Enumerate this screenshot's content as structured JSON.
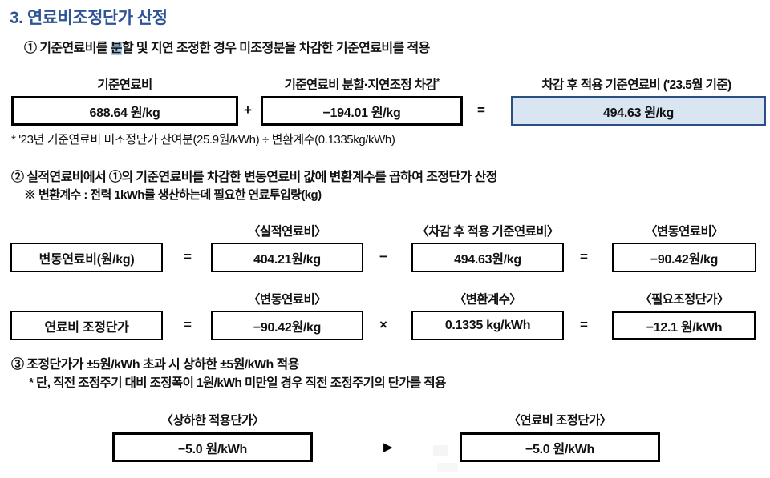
{
  "title": "3. 연료비조정단가 산정",
  "colors": {
    "accent_blue": "#2E5496",
    "result_box_fill": "#D9E5F1",
    "result_box_border": "#2B4F80",
    "text_highlight": "#A9CCE9"
  },
  "step1": {
    "text_before": "① 기준연료비를 ",
    "text_highlight": "분",
    "text_after": "할 및 지연 조정한 경우 미조정분을 차감한 기준연료비를 적용",
    "col1_header": "기준연료비",
    "col1_value": "688.64 원/kg",
    "op_plus": "+",
    "col2_header": "기준연료비 분할·지연조정 차감",
    "col2_header_sup": "*",
    "col2_value": "−194.01 원/kg",
    "op_equals": "=",
    "col3_header": "차감 후 적용 기준연료비 ('23.5월 기준)",
    "col3_value": "494.63 원/kg",
    "footnote": "* '23년 기준연료비 미조정단가 잔여분(25.9원/kWh) ÷ 변환계수(0.1335kg/kWh)"
  },
  "step2": {
    "text": "② 실적연료비에서 ①의 기준연료비를 차감한 변동연료비 값에 변환계수를 곱하여 조정단가 산정",
    "note": "※ 변환계수 : 전력 1kWh를 생산하는데 필요한 연료투입량(kg)",
    "row1": {
      "label": "변동연료비(원/kg)",
      "op1": "=",
      "h1": "〈실적연료비〉",
      "v1": "404.21원/kg",
      "op2": "−",
      "h2": "〈차감 후 적용 기준연료비〉",
      "v2": "494.63원/kg",
      "op3": "=",
      "h3": "〈변동연료비〉",
      "v3": "−90.42원/kg"
    },
    "row2": {
      "label": "연료비 조정단가",
      "op1": "=",
      "h1": "〈변동연료비〉",
      "v1": "−90.42원/kg",
      "op2": "×",
      "h2": "〈변환계수〉",
      "v2": "0.1335 kg/kWh",
      "op3": "=",
      "h3": "〈필요조정단가〉",
      "v3": "−12.1 원/kWh"
    }
  },
  "step3": {
    "text": "③ 조정단가가 ±5원/kWh 초과 시 상하한 ±5원/kWh 적용",
    "note": "* 단, 직전 조정주기 대비 조정폭이 1원/kWh 미만일 경우 직전 조정주기의 단가를 적용",
    "left_header": "〈상하한 적용단가〉",
    "left_value": "−5.0 원/kWh",
    "arrow": "▶",
    "right_header": "〈연료비 조정단가〉",
    "right_value": "−5.0 원/kWh"
  }
}
